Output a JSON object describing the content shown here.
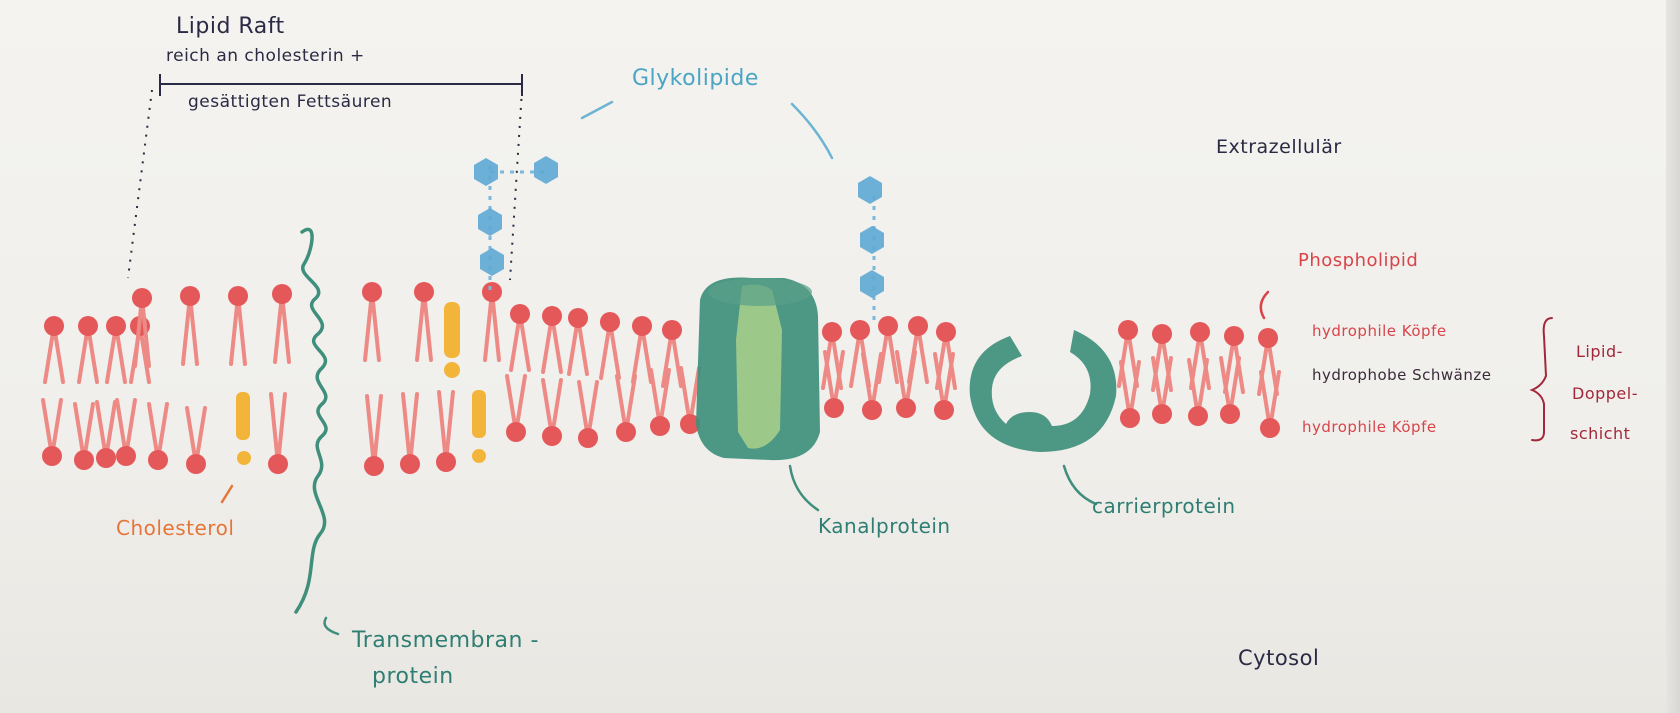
{
  "labels": {
    "lipid_raft_title": "Lipid   Raft",
    "lipid_raft_line1": "reich an cholesterin +",
    "lipid_raft_line2": "gesättigten Fettsäuren",
    "glykolipide": "Glykolipide",
    "extrazellular": "Extrazellulär",
    "phospholipid": "Phospholipid",
    "hydrophile_top": "hydrophile Köpfe",
    "hydrophobe": "hydrophobe Schwänze",
    "hydrophile_bottom": "hydrophile Köpfe",
    "doppelschicht_1": "Lipid-",
    "doppelschicht_2": "Doppel-",
    "doppelschicht_3": "schicht",
    "cholesterol": "Cholesterol",
    "kanalprotein": "Kanalprotein",
    "carrierprotein": "carrierprotein",
    "transmembran_1": "Transmembran -",
    "transmembran_2": "protein",
    "cytosol": "Cytosol"
  },
  "colors": {
    "phospholipid": "#e8605e",
    "cholesterol": "#f3b43a",
    "protein": "#3f8f7c",
    "channel_center": "#9cc98a",
    "glycolipid": "#5ea8d4",
    "ink": "#2a2a44"
  }
}
